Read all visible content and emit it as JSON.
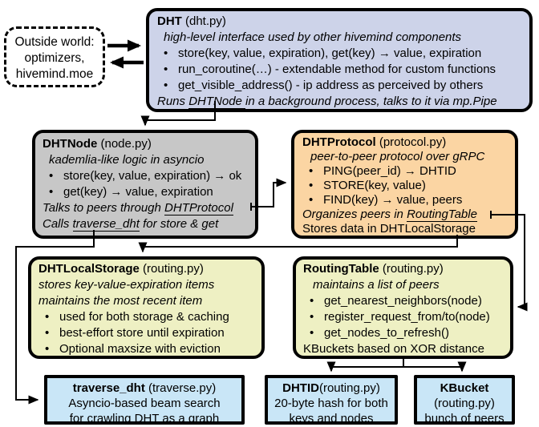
{
  "colors": {
    "dht_fill": "#cdd3e9",
    "node_fill": "#c7c7c7",
    "protocol_fill": "#fbd5a3",
    "storage_fill": "#eef0c3",
    "routing_fill": "#eef0c3",
    "blue_fill": "#c9e6f7",
    "line_color": "#000000"
  },
  "outside_world": {
    "lines": [
      "Outside world:",
      "optimizers,",
      "hivemind.moe"
    ]
  },
  "dht": {
    "title_bold": "DHT",
    "title_rest": " (dht.py)",
    "subtitle": "high-level interface used by other hivemind components",
    "bullets": [
      "store(key, value, expiration), get(key) →  value, expiration",
      "run_coroutine(…) - extendable method for custom functions",
      "get_visible_address() - ip address as perceived by others"
    ],
    "footer_prefix": "Runs ",
    "footer_link": "DHTNode ",
    "footer_suffix": "in a background process, talks to it via mp.Pipe"
  },
  "dhtnode": {
    "title_bold": "DHTNode",
    "title_rest": " (node.py)",
    "subtitle": "kademlia-like logic in asyncio",
    "bullets": [
      "store(key, value, expiration) → ok",
      "get(key) → value, expiration"
    ],
    "footer1_prefix": "Talks to peers through ",
    "footer1_link": "DHTProtocol",
    "footer2_prefix": "Calls ",
    "footer2_link": "traverse_dht",
    "footer2_suffix": " for store & get"
  },
  "dhtprotocol": {
    "title_bold": "DHTProtocol",
    "title_rest": " (protocol.py)",
    "subtitle": "peer-to-peer protocol over gRPC",
    "bullets": [
      "PING(peer_id) → DHTID",
      "STORE(key, value)",
      "FIND(key)  →  value, peers"
    ],
    "footer1_prefix": "Organizes peers in ",
    "footer1_link": "RoutingTable",
    "footer2_prefix": "Stores data in DHT",
    "footer2_link": "LocalStorage"
  },
  "dhtlocalstorage": {
    "title_bold": "DHTLocalStorage",
    "title_rest": " (routing.py)",
    "subtitle1": "stores key-value-expiration items",
    "subtitle2": "maintains the most recent item",
    "bullets": [
      "used for both storage & caching",
      "best-effort store until expiration",
      "Optional maxsize with eviction"
    ]
  },
  "routingtable": {
    "title_bold": "RoutingTable",
    "title_rest": " (routing.py)",
    "subtitle": "maintains a list of peers",
    "bullets": [
      "get_nearest_neighbors(node)",
      "register_request_from/to(node)",
      "get_nodes_to_refresh()"
    ],
    "footer": "KBuckets based on XOR distance"
  },
  "traverse_dht": {
    "title_bold": "traverse_dht",
    "title_rest": " (traverse.py)",
    "lines": [
      "Asyncio-based beam search",
      "for crawling DHT as a graph"
    ]
  },
  "dhtid": {
    "title_bold": "DHTID",
    "title_rest": "(routing.py)",
    "lines": [
      "20-byte hash for both",
      "keys and nodes"
    ]
  },
  "kbucket": {
    "title_bold": "KBucket",
    "line_file": "(routing.py)",
    "line_desc": "bunch of peers"
  },
  "edges": [
    {
      "from": "outside-world",
      "to": "dht",
      "style": "double-arrow"
    },
    {
      "from": "dht.DHTNode",
      "to": "dhtnode"
    },
    {
      "from": "dhtnode.DHTProtocol",
      "to": "dhtprotocol"
    },
    {
      "from": "dhtnode.traverse_dht",
      "to": "traverse-dht"
    },
    {
      "from": "dhtprotocol.RoutingTable",
      "to": "routingtable"
    },
    {
      "from": "dhtprotocol.LocalStorage",
      "to": "dhtlocalstorage"
    },
    {
      "from": "routingtable",
      "to": "dhtid"
    },
    {
      "from": "routingtable",
      "to": "kbucket"
    }
  ]
}
